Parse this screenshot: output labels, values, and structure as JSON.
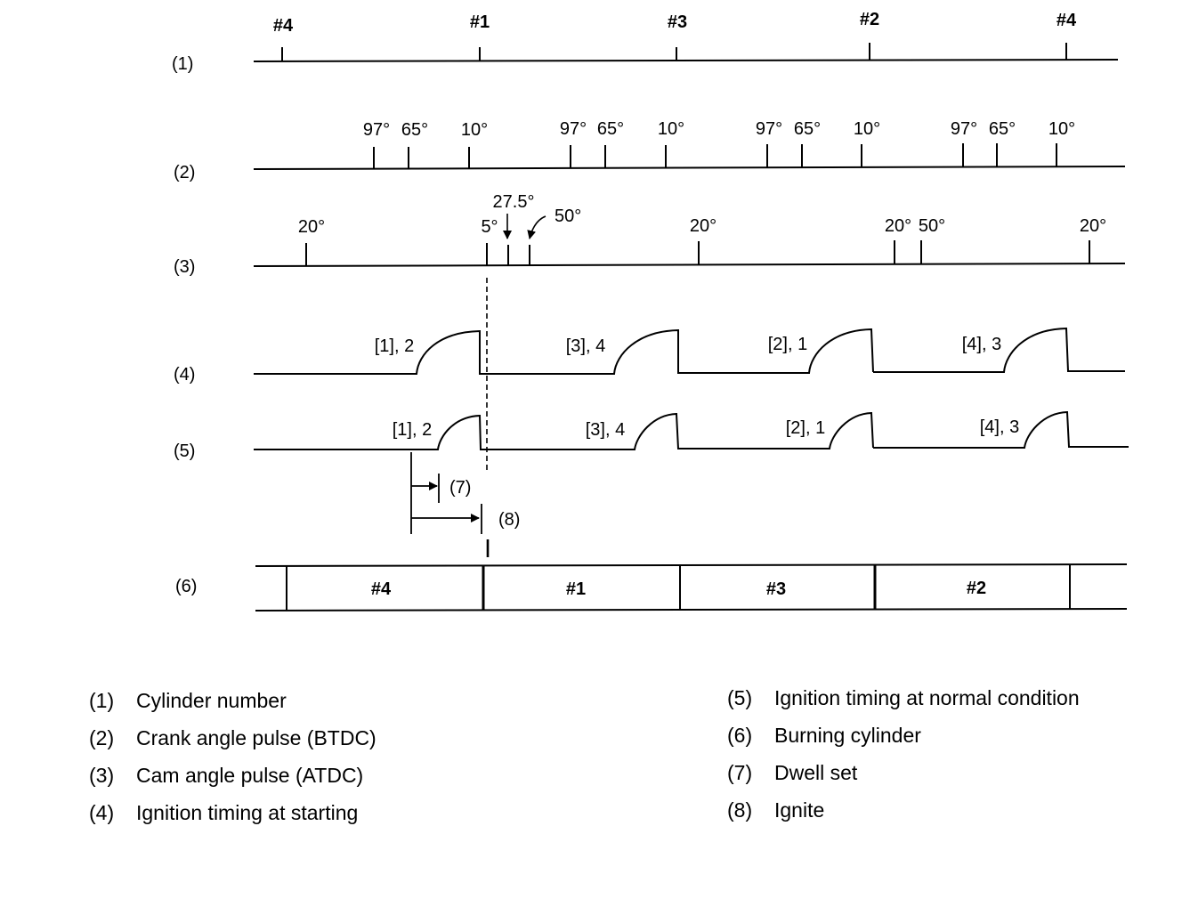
{
  "row_labels": [
    "(1)",
    "(2)",
    "(3)",
    "(4)",
    "(5)",
    "(6)"
  ],
  "cylinder_row": [
    "#4",
    "#1",
    "#3",
    "#2",
    "#4"
  ],
  "crank_row": [
    "97°",
    "65°",
    "10°",
    "97°",
    "65°",
    "10°",
    "97°",
    "65°",
    "10°",
    "97°",
    "65°",
    "10°"
  ],
  "cam_row": {
    "labels": [
      "20°",
      "5°",
      "27.5°",
      "50°",
      "20°",
      "20°",
      "50°",
      "20°"
    ]
  },
  "start_row": [
    "[1], 2",
    "[3], 4",
    "[2], 1",
    "[4], 3"
  ],
  "normal_row": [
    "[1], 2",
    "[3], 4",
    "[2], 1",
    "[4], 3"
  ],
  "markers": {
    "dwell": "(7)",
    "ignite": "(8)"
  },
  "burning_row": [
    "#4",
    "#1",
    "#3",
    "#2"
  ],
  "legend": [
    {
      "num": "(1)",
      "text": "Cylinder number"
    },
    {
      "num": "(2)",
      "text": "Crank angle pulse (BTDC)"
    },
    {
      "num": "(3)",
      "text": "Cam angle pulse (ATDC)"
    },
    {
      "num": "(4)",
      "text": "Ignition timing at starting"
    },
    {
      "num": "(5)",
      "text": "Ignition timing at normal condition"
    },
    {
      "num": "(6)",
      "text": "Burning cylinder"
    },
    {
      "num": "(7)",
      "text": "Dwell set"
    },
    {
      "num": "(8)",
      "text": "Ignite"
    }
  ]
}
